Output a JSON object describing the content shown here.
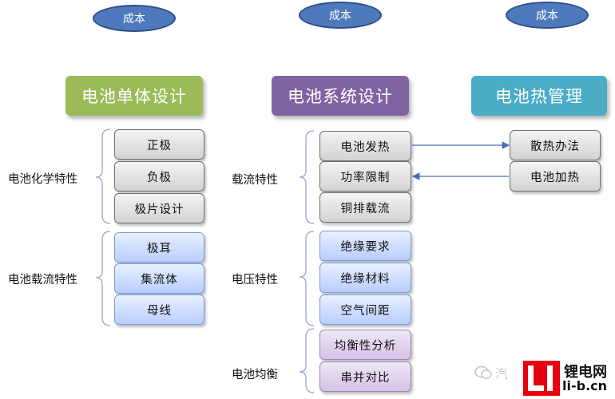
{
  "ellipses": [
    "成本",
    "成本",
    "成本"
  ],
  "headers": {
    "cell": "电池单体设计",
    "system": "电池系统设计",
    "thermal": "电池热管理"
  },
  "left": {
    "group1_label": "电池化学特性",
    "group1_items": [
      "正极",
      "负极",
      "极片设计"
    ],
    "group2_label": "电池载流特性",
    "group2_items": [
      "极耳",
      "集流体",
      "母线"
    ]
  },
  "middle": {
    "group1_label": "载流特性",
    "group1_items": [
      "电池发热",
      "功率限制",
      "铜排载流"
    ],
    "group2_label": "电压特性",
    "group2_items": [
      "绝缘要求",
      "绝缘材料",
      "空气间距"
    ],
    "group3_label": "电池均衡",
    "group3_items": [
      "均衡性分析",
      "串并对比"
    ]
  },
  "right": {
    "items": [
      "散热办法",
      "电池加热"
    ]
  },
  "watermark": {
    "left_text": "汽",
    "logo_text": "锂电网",
    "url": "li-b.cn"
  },
  "colors": {
    "ellipse": "#4f79bd",
    "cell_header": "#9bbb59",
    "system_header": "#8064a2",
    "thermal_header": "#4bacc6",
    "logo_red": "#e60012"
  }
}
